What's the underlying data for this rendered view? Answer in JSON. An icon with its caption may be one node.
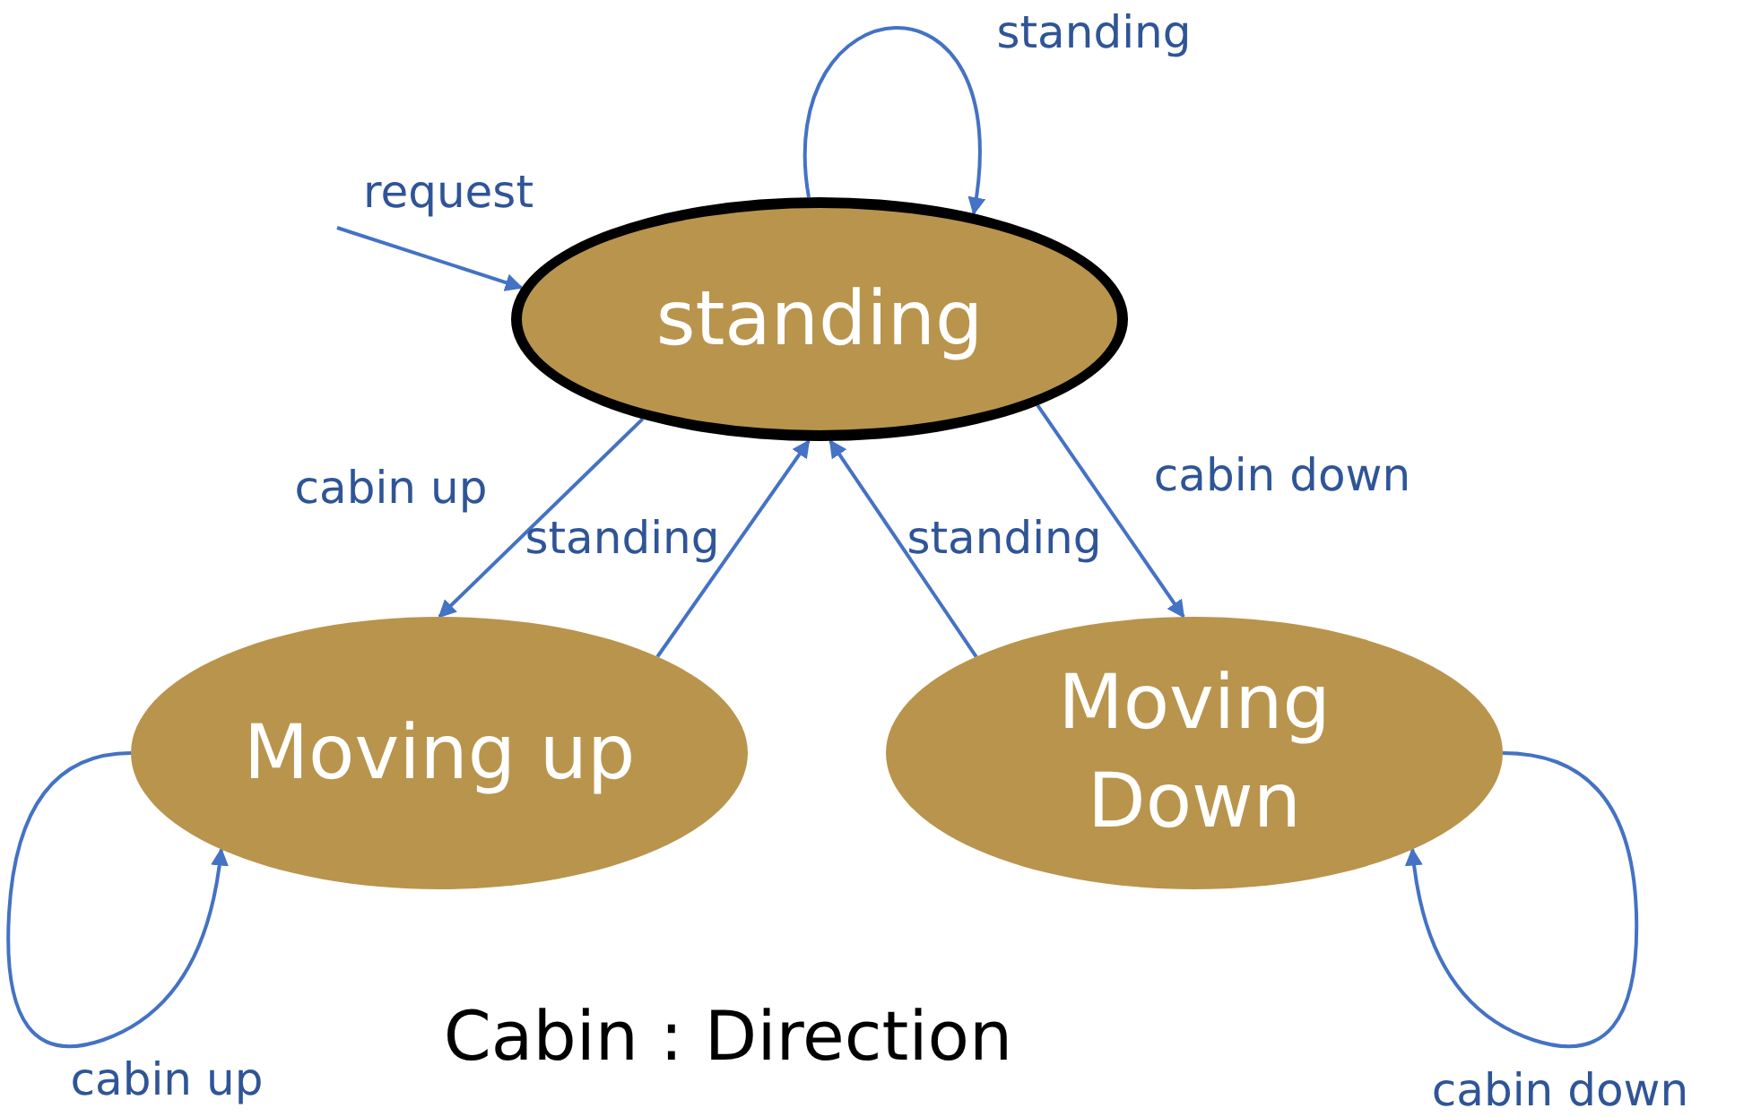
{
  "diagram": {
    "caption": "Cabin : Direction",
    "nodes": [
      {
        "text": [
          "standing"
        ]
      },
      {
        "text": [
          "Moving up"
        ]
      },
      {
        "text": [
          "Moving Down"
        ]
      }
    ],
    "edges": [
      {
        "from": null,
        "to": 0,
        "arrow": "to",
        "label": "request"
      },
      {
        "from": 0,
        "to": 0,
        "arrow": "to",
        "label": "standing"
      },
      {
        "from": 0,
        "to": 1,
        "arrow": "to",
        "label": "cabin up"
      },
      {
        "from": 1,
        "to": 0,
        "arrow": "to",
        "label": "standing"
      },
      {
        "from": 2,
        "to": 0,
        "arrow": "to",
        "label": "standing"
      },
      {
        "from": 0,
        "to": 2,
        "arrow": "to",
        "label": "cabin down"
      },
      {
        "from": 1,
        "to": 1,
        "arrow": "to",
        "label": "cabin up"
      },
      {
        "from": 2,
        "to": 2,
        "arrow": "to",
        "label": "cabin down"
      }
    ]
  }
}
